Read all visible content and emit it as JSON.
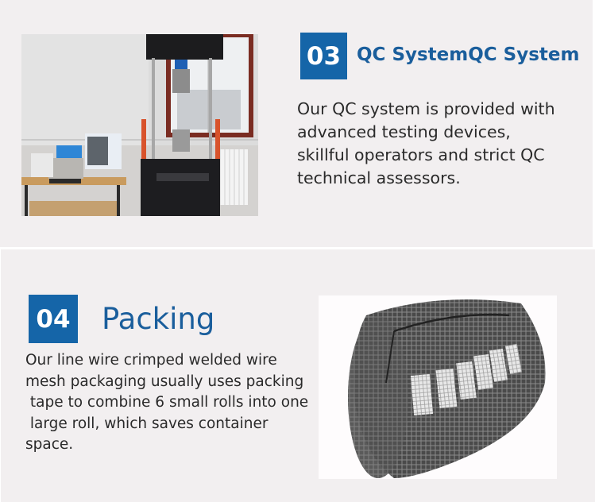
{
  "sections": [
    {
      "number": "03",
      "title": "QC SystemQC System",
      "body": "Our QC system is provided with\nadvanced testing devices,\nskillful operators and strict QC\ntechnical assessors.",
      "image": "qc-lab-photo"
    },
    {
      "number": "04",
      "title": "Packing",
      "body": "Our line wire crimped welded wire\nmesh packaging usually uses packing\n tape to combine 6 small rolls into one\n large roll, which saves container\nspace.",
      "image": "wire-mesh-roll-photo"
    }
  ],
  "colors": {
    "badge_bg": "#1565a8",
    "title": "#1a5e9c",
    "panel_bg": "#f2eff0",
    "body_text": "#2a2a2a"
  }
}
